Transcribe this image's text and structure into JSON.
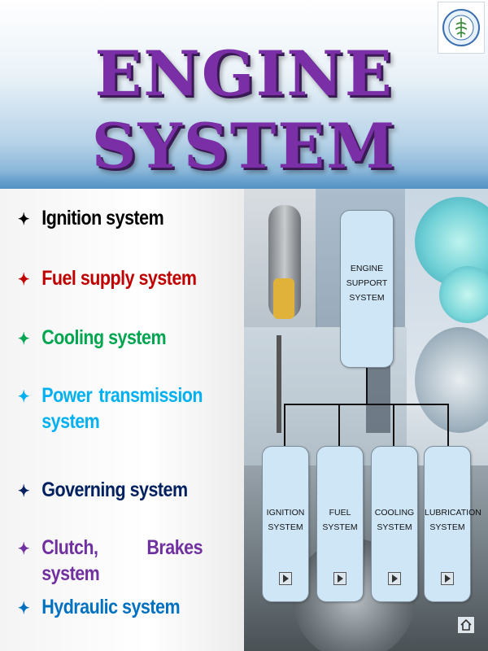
{
  "header": {
    "title": "ENGINE SYSTEM"
  },
  "logo": {
    "icon": "university-seal-icon"
  },
  "bullets": [
    {
      "label": "Ignition system",
      "color": "#000000"
    },
    {
      "label": "Fuel supply system",
      "color": "#c00000"
    },
    {
      "label": "Cooling system",
      "color": "#00a550"
    },
    {
      "label": "Power transmission system",
      "color": "#00b0f0"
    },
    {
      "label": "Governing system",
      "color": "#002060"
    },
    {
      "label": "Clutch, Brakes system",
      "color": "#7030a0"
    },
    {
      "label": "Hydraulic system",
      "color": "#0070c0"
    }
  ],
  "diagram": {
    "root": {
      "label": "ENGINE SUPPORT SYSTEM",
      "lines": [
        "ENGINE",
        "SUPPORT",
        "SYSTEM"
      ]
    },
    "children": [
      {
        "label": "IGNITION SYSTEM",
        "lines": [
          "IGNITION",
          "SYSTEM"
        ]
      },
      {
        "label": "FUEL SYSTEM",
        "lines": [
          "FUEL",
          "SYSTEM"
        ]
      },
      {
        "label": "COOLING SYSTEM",
        "lines": [
          "COOLING",
          "SYSTEM"
        ]
      },
      {
        "label": "LUBRICATION SYSTEM",
        "lines": [
          "LUBRICATION",
          "SYSTEM"
        ]
      }
    ],
    "box_color": "#cfe6f7"
  },
  "nav": {
    "home_icon": "home-icon",
    "play_icon": "play-icon"
  }
}
